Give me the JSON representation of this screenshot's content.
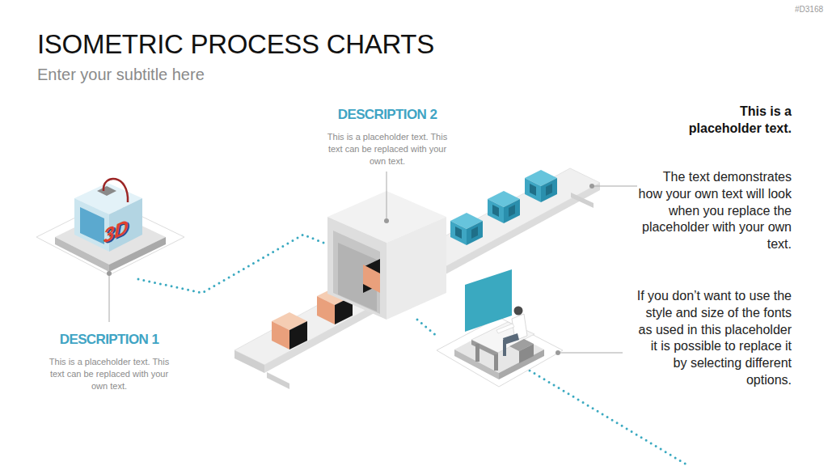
{
  "diagram": {
    "title": "ISOMETRIC PROCESS CHARTS",
    "nodes": [
      {
        "text": [
          "DESCRIPTION 1",
          "This is a placeholder text. This text can be replaced with your own text."
        ]
      },
      {
        "text": [
          "DESCRIPTION 2",
          "This is a placeholder text. This text can be replaced with your own text."
        ]
      },
      {
        "text": [
          "If you don’t want to use the style and size of the fonts as used in this placeholder it is possible to replace it by selecting different options."
        ]
      }
    ],
    "edges": [
      {
        "from": 0,
        "to": 1,
        "arrow": "none"
      },
      {
        "from": 1,
        "to": 2,
        "arrow": "none"
      }
    ],
    "labels": [
      "#D3168",
      "Enter your subtitle here",
      "This is a placeholder text.",
      "The text demonstrates how your own text will look when you replace the placeholder with your own text.",
      "3D"
    ]
  }
}
